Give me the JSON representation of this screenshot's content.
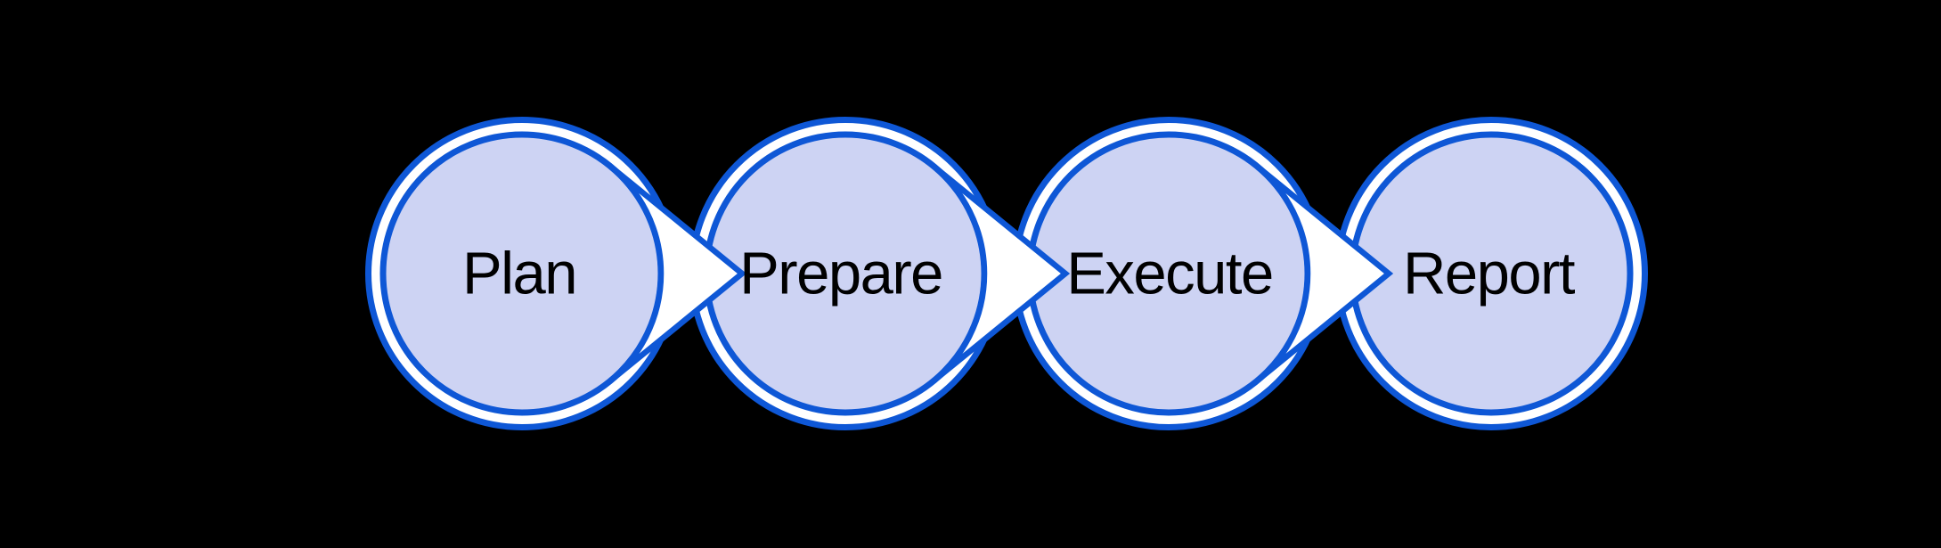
{
  "diagram": {
    "type": "process-flow",
    "direction": "left-to-right",
    "steps": [
      {
        "id": "plan",
        "label": "Plan"
      },
      {
        "id": "prepare",
        "label": "Prepare"
      },
      {
        "id": "execute",
        "label": "Execute"
      },
      {
        "id": "report",
        "label": "Report"
      }
    ],
    "connectors": [
      {
        "from": "Plan",
        "to": "Prepare",
        "shape": "white-right-chevron"
      },
      {
        "from": "Prepare",
        "to": "Execute",
        "shape": "white-right-chevron"
      },
      {
        "from": "Execute",
        "to": "Report",
        "shape": "white-right-chevron"
      }
    ]
  },
  "colors": {
    "background": "#000000",
    "node_fill": "#CDD3F3",
    "node_stroke": "#0E57D6",
    "arrow_fill": "#FFFFFF",
    "label_text": "#000000"
  }
}
